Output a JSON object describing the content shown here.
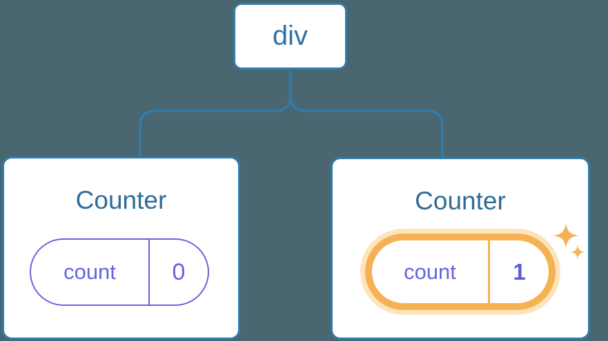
{
  "diagram": {
    "background_color": "#4A6670",
    "description": "React component tree: a div root with two Counter children holding count state; second counter state highlighted as updated",
    "tree": {
      "root": {
        "label": "div"
      },
      "children": [
        {
          "title": "Counter",
          "state": {
            "key": "count",
            "value": "0"
          },
          "highlighted": false
        },
        {
          "title": "Counter",
          "state": {
            "key": "count",
            "value": "1"
          },
          "highlighted": true
        }
      ]
    },
    "icons": {
      "sparkles": "sparkles-icon (two four-point stars marking updated state)"
    },
    "colors": {
      "node_border_blue": "#2F7CAE",
      "connector_blue": "#2F7CAE",
      "root_label_blue": "#35719F",
      "title_blue": "#2E6C96",
      "state_purple": "#6564DC",
      "state_value_bold_purple": "#5B5BD6",
      "highlight_orange": "#F6B155",
      "highlight_glow": "#FCE4BC",
      "card_background": "#FFFFFF",
      "page_background": "#4A6670"
    }
  }
}
